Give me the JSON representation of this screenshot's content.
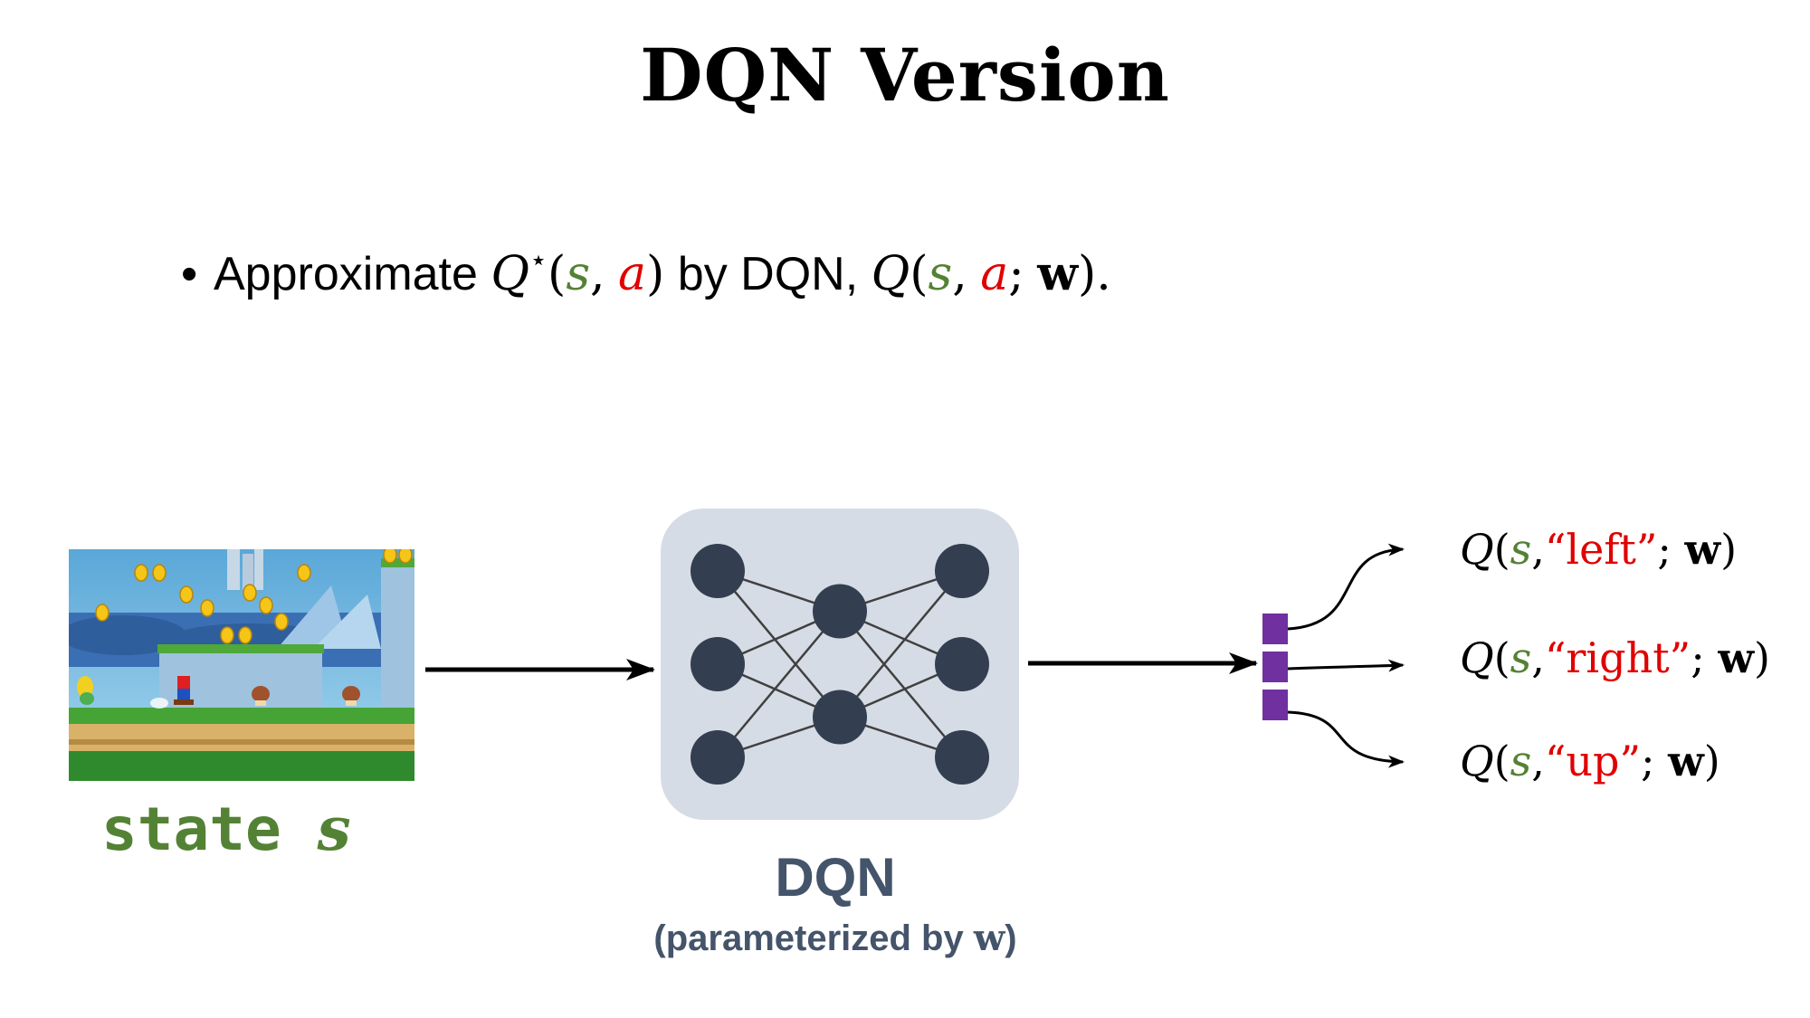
{
  "title": "DQN Version",
  "bullet": {
    "symbol": "•",
    "prefix": "Approximate",
    "Q_star": "Q",
    "star": "⋆",
    "open_paren": "(",
    "s": "s",
    "comma": ",",
    "a": "a",
    "close_paren": ")",
    "middle": "by DQN,",
    "Q": "Q",
    "semicolon": ";",
    "w": "w",
    "end": ")."
  },
  "input": {
    "label_prefix": "state",
    "label_var": "s"
  },
  "network": {
    "label": "DQN",
    "sublabel_prefix": "(parameterized by",
    "sublabel_w": "w",
    "sublabel_suffix": ")",
    "layers": [
      3,
      2,
      3
    ]
  },
  "outputs": [
    {
      "Q": "Q",
      "open": "(",
      "s": "s",
      "comma": ",",
      "action": "“left”",
      "semicolon": ";",
      "w": "w",
      "close": ")"
    },
    {
      "Q": "Q",
      "open": "(",
      "s": "s",
      "comma": ",",
      "action": "“right”",
      "semicolon": ";",
      "w": "w",
      "close": ")"
    },
    {
      "Q": "Q",
      "open": "(",
      "s": "s",
      "comma": ",",
      "action": "“up”",
      "semicolon": ";",
      "w": "w",
      "close": ")"
    }
  ],
  "colors": {
    "state": "#548235",
    "action": "#e00000",
    "network_box": "#d6dce5",
    "neuron": "#333f50",
    "output_vector": "#7030a0",
    "label": "#44546a"
  }
}
